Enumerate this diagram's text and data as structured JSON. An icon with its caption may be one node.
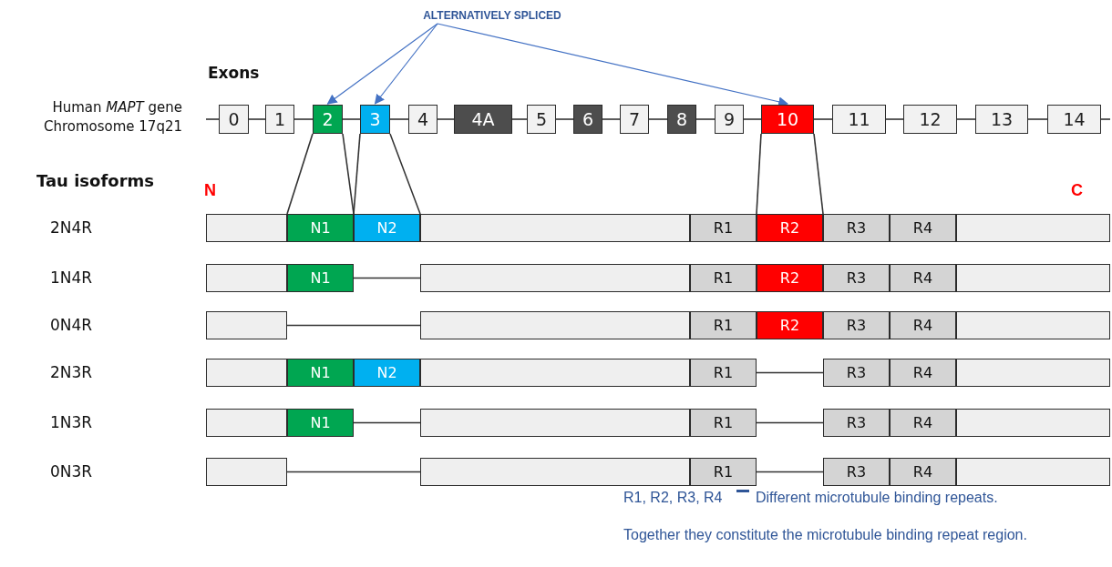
{
  "diagram": {
    "nodes": [
      {
        "text": [
          "ALTERNATIVELY SPLICED"
        ]
      },
      {
        "text": [
          "0"
        ]
      },
      {
        "text": [
          "1"
        ]
      },
      {
        "text": [
          "2"
        ]
      },
      {
        "text": [
          "3"
        ]
      },
      {
        "text": [
          "4"
        ]
      },
      {
        "text": [
          "4A"
        ]
      },
      {
        "text": [
          "5"
        ]
      },
      {
        "text": [
          "6"
        ]
      },
      {
        "text": [
          "7"
        ]
      },
      {
        "text": [
          "8"
        ]
      },
      {
        "text": [
          "9"
        ]
      },
      {
        "text": [
          "10"
        ]
      },
      {
        "text": [
          "11"
        ]
      },
      {
        "text": [
          "12"
        ]
      },
      {
        "text": [
          "13"
        ]
      },
      {
        "text": [
          "14"
        ]
      },
      {
        "text": [],
        "shape": "box"
      },
      {
        "text": [
          "N1"
        ]
      },
      {
        "text": [
          "N2"
        ]
      },
      {
        "text": [],
        "shape": "box"
      },
      {
        "text": [
          "R1"
        ]
      },
      {
        "text": [
          "R2"
        ]
      },
      {
        "text": [
          "R3"
        ]
      },
      {
        "text": [
          "R4"
        ]
      },
      {
        "text": [],
        "shape": "box"
      },
      {
        "text": [],
        "shape": "box"
      },
      {
        "text": [
          "N1"
        ]
      },
      {
        "text": [],
        "shape": "box"
      },
      {
        "text": [
          "R1"
        ]
      },
      {
        "text": [
          "R2"
        ]
      },
      {
        "text": [
          "R3"
        ]
      },
      {
        "text": [
          "R4"
        ]
      },
      {
        "text": [],
        "shape": "box"
      },
      {
        "text": [],
        "shape": "box"
      },
      {
        "text": [],
        "shape": "box"
      },
      {
        "text": [
          "R1"
        ]
      },
      {
        "text": [
          "R2"
        ]
      },
      {
        "text": [
          "R3"
        ]
      },
      {
        "text": [
          "R4"
        ]
      },
      {
        "text": [],
        "shape": "box"
      },
      {
        "text": [],
        "shape": "box"
      },
      {
        "text": [
          "N1"
        ]
      },
      {
        "text": [
          "N2"
        ]
      },
      {
        "text": [],
        "shape": "box"
      },
      {
        "text": [
          "R1"
        ]
      },
      {
        "text": [
          "R3"
        ]
      },
      {
        "text": [
          "R4"
        ]
      },
      {
        "text": [],
        "shape": "box"
      },
      {
        "text": [],
        "shape": "box"
      },
      {
        "text": [
          "N1"
        ]
      },
      {
        "text": [],
        "shape": "box"
      },
      {
        "text": [
          "R1"
        ]
      },
      {
        "text": [
          "R3"
        ]
      },
      {
        "text": [
          "R4"
        ]
      },
      {
        "text": [],
        "shape": "box"
      },
      {
        "text": [],
        "shape": "box"
      },
      {
        "text": [],
        "shape": "box"
      },
      {
        "text": [
          "R1"
        ]
      },
      {
        "text": [
          "R3"
        ]
      },
      {
        "text": [
          "R4"
        ]
      },
      {
        "text": [],
        "shape": "box"
      }
    ],
    "edges": [
      {
        "from": 0,
        "to": 3,
        "arrow": "to",
        "color": "#4472c4"
      },
      {
        "from": 0,
        "to": 4,
        "arrow": "to",
        "color": "#4472c4"
      },
      {
        "from": 0,
        "to": 12,
        "arrow": "to",
        "color": "#4472c4"
      },
      {
        "from": null,
        "to": 1,
        "arrow": "none"
      },
      {
        "from": 1,
        "to": 2,
        "arrow": "none"
      },
      {
        "from": 2,
        "to": 3,
        "arrow": "none"
      },
      {
        "from": 3,
        "to": 4,
        "arrow": "none"
      },
      {
        "from": 4,
        "to": 5,
        "arrow": "none"
      },
      {
        "from": 5,
        "to": 6,
        "arrow": "none"
      },
      {
        "from": 6,
        "to": 7,
        "arrow": "none"
      },
      {
        "from": 7,
        "to": 8,
        "arrow": "none"
      },
      {
        "from": 8,
        "to": 9,
        "arrow": "none"
      },
      {
        "from": 9,
        "to": 10,
        "arrow": "none"
      },
      {
        "from": 10,
        "to": 11,
        "arrow": "none"
      },
      {
        "from": 11,
        "to": 12,
        "arrow": "none"
      },
      {
        "from": 12,
        "to": 13,
        "arrow": "none"
      },
      {
        "from": 13,
        "to": 14,
        "arrow": "none"
      },
      {
        "from": 14,
        "to": 15,
        "arrow": "none"
      },
      {
        "from": 15,
        "to": 16,
        "arrow": "none"
      },
      {
        "from": 16,
        "to": null,
        "arrow": "none"
      },
      {
        "from": 3,
        "to": 18,
        "arrow": "none"
      },
      {
        "from": 3,
        "to": 18,
        "arrow": "none"
      },
      {
        "from": 4,
        "to": 19,
        "arrow": "none"
      },
      {
        "from": 4,
        "to": 19,
        "arrow": "none"
      },
      {
        "from": 12,
        "to": 22,
        "arrow": "none"
      },
      {
        "from": 12,
        "to": 22,
        "arrow": "none"
      },
      {
        "from": 27,
        "to": 28,
        "arrow": "none"
      },
      {
        "from": 34,
        "to": 35,
        "arrow": "none"
      },
      {
        "from": 45,
        "to": 46,
        "arrow": "none"
      },
      {
        "from": 50,
        "to": 51,
        "arrow": "none"
      },
      {
        "from": 52,
        "to": 53,
        "arrow": "none"
      },
      {
        "from": 56,
        "to": 57,
        "arrow": "none"
      },
      {
        "from": 58,
        "to": 59,
        "arrow": "none"
      }
    ],
    "labels": [
      "Exons",
      "Human *MAPT* gene Chromosome 17q21",
      "Tau isoforms",
      "N",
      "C",
      "2N4R",
      "1N4R",
      "0N4R",
      "2N3R",
      "1N3R",
      "0N3R",
      "R1, R2, R3, R4",
      "Different microtubule binding repeats.",
      "Together they constitute the microtubule binding repeat region."
    ]
  }
}
